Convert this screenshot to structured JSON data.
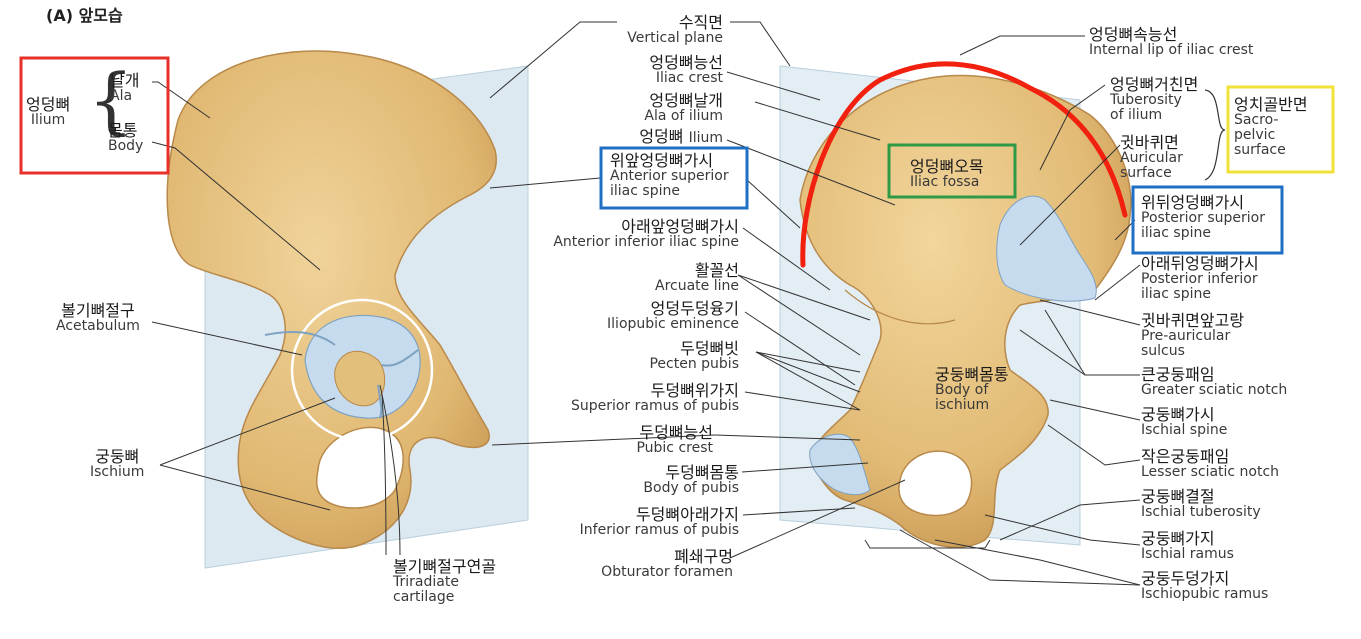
{
  "title": "(A) 앞모습",
  "left_view": {
    "ilium": {
      "ko": "엉덩뼈",
      "en": "Ilium"
    },
    "ala": {
      "ko": "날개",
      "en": "Ala"
    },
    "body": {
      "ko": "몸통",
      "en": "Body"
    },
    "acetabulum": {
      "ko": "볼기뼈절구",
      "en": "Acetabulum"
    },
    "ischium": {
      "ko": "궁둥뼈",
      "en": "Ischium"
    },
    "triradiate": {
      "ko": "볼기뼈절구연골",
      "en1": "Triradiate",
      "en2": "cartilage"
    }
  },
  "center_labels": {
    "vertical_plane": {
      "ko": "수직면",
      "en": "Vertical plane"
    },
    "iliac_crest": {
      "ko": "엉덩뼈능선",
      "en": "Iliac crest"
    },
    "ala_of_ilium": {
      "ko": "엉덩뼈날개",
      "en": "Ala of ilium"
    },
    "ilium": {
      "ko": "엉덩뼈",
      "en": "Ilium"
    },
    "asis": {
      "ko": "위앞엉덩뼈가시",
      "en1": "Anterior superior",
      "en2": "iliac spine"
    },
    "aiis": {
      "ko": "아래앞엉덩뼈가시",
      "en": "Anterior inferior iliac spine"
    },
    "arcuate": {
      "ko": "활꼴선",
      "en": "Arcuate line"
    },
    "iliopubic": {
      "ko": "엉덩두덩융기",
      "en": "Iliopubic eminence"
    },
    "pecten": {
      "ko": "두덩뼈빗",
      "en": "Pecten pubis"
    },
    "sup_ramus": {
      "ko": "두덩뼈위가지",
      "en": "Superior ramus of pubis"
    },
    "pubic_crest": {
      "ko": "두덩뼈능선",
      "en": "Pubic crest"
    },
    "body_pubis": {
      "ko": "두덩뼈몸통",
      "en": "Body of pubis"
    },
    "inf_ramus": {
      "ko": "두덩뼈아래가지",
      "en": "Inferior ramus of pubis"
    },
    "obturator": {
      "ko": "폐쇄구멍",
      "en": "Obturator foramen"
    }
  },
  "right_labels": {
    "internal_lip": {
      "ko": "엉덩뼈속능선",
      "en": "Internal lip of iliac crest"
    },
    "tuberosity": {
      "ko": "엉덩뼈거친면",
      "en1": "Tuberosity",
      "en2": "of ilium"
    },
    "sacropelvic": {
      "ko": "엉치골반면",
      "en1": "Sacro-",
      "en2": "pelvic",
      "en3": "surface"
    },
    "iliac_fossa": {
      "ko": "엉덩뼈오목",
      "en": "Iliac fossa"
    },
    "auricular": {
      "ko": "귓바퀴면",
      "en1": "Auricular",
      "en2": "surface"
    },
    "psis": {
      "ko": "위뒤엉덩뼈가시",
      "en1": "Posterior superior",
      "en2": "iliac spine"
    },
    "piis": {
      "ko": "아래뒤엉덩뼈가시",
      "en1": "Posterior inferior",
      "en2": "iliac spine"
    },
    "preauricular": {
      "ko": "귓바퀴면앞고랑",
      "en1": "Pre-auricular",
      "en2": "sulcus"
    },
    "greater_notch": {
      "ko": "큰궁둥패임",
      "en": "Greater sciatic notch"
    },
    "body_ischium": {
      "ko": "궁둥뼈몸통",
      "en1": "Body of",
      "en2": "ischium"
    },
    "ischial_spine": {
      "ko": "궁둥뼈가시",
      "en": "Ischial spine"
    },
    "lesser_notch": {
      "ko": "작은궁둥패임",
      "en": "Lesser sciatic notch"
    },
    "tuberosity_isch": {
      "ko": "궁둥뼈결절",
      "en": "Ischial tuberosity"
    },
    "ischial_ramus": {
      "ko": "궁둥뼈가지",
      "en": "Ischial ramus"
    },
    "ischiopubic": {
      "ko": "궁둥두덩가지",
      "en": "Ischiopubic ramus"
    }
  },
  "colors": {
    "bone": "#e3bf7c",
    "bone_shadow": "#c89a52",
    "cartilage": "#c8dcef",
    "plane": "#dbe8f0",
    "red_box": "#e8302a",
    "blue_box": "#1f6fc4",
    "green_box": "#2f9a45",
    "yellow_box": "#f1e23a",
    "red_curve": "#f2200e"
  }
}
